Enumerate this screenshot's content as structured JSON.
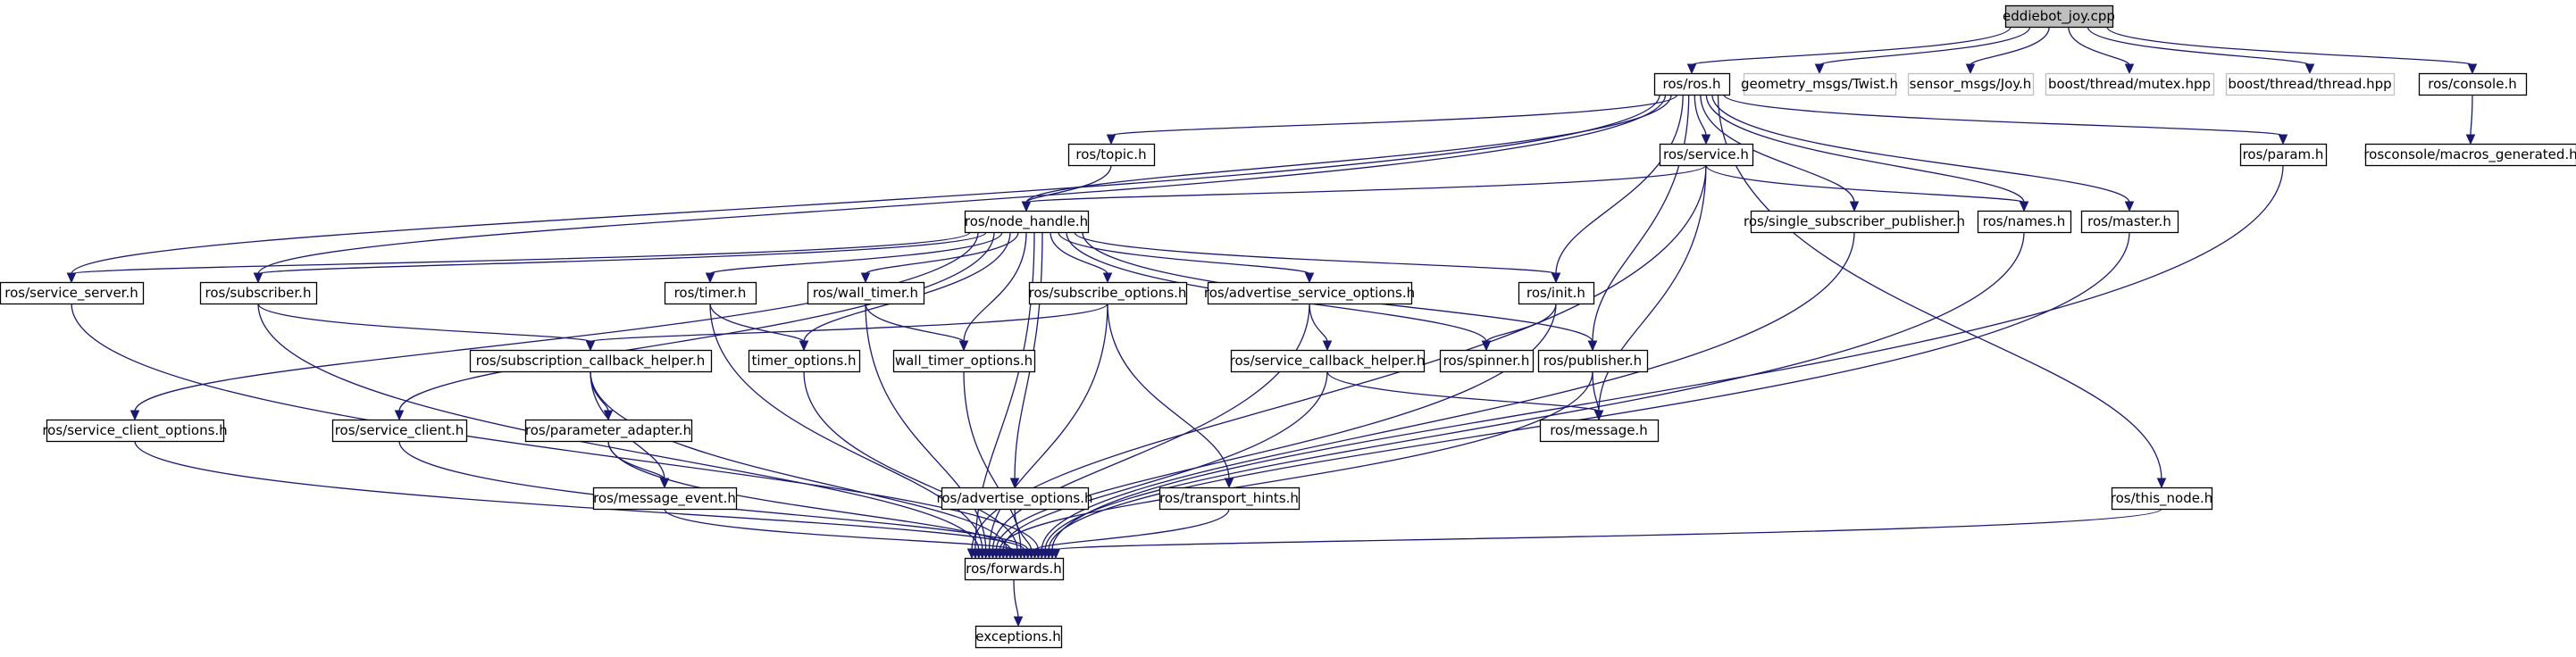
{
  "nodes": {
    "eddiebot": "eddiebot_joy.cpp",
    "ros_ros": "ros/ros.h",
    "geometry_twist": "geometry_msgs/Twist.h",
    "sensor_joy": "sensor_msgs/Joy.h",
    "boost_mutex": "boost/thread/mutex.hpp",
    "boost_thread": "boost/thread/thread.hpp",
    "ros_console": "ros/console.h",
    "rosconsole_macros": "rosconsole/macros_generated.h",
    "ros_topic": "ros/topic.h",
    "ros_service": "ros/service.h",
    "ros_param": "ros/param.h",
    "ros_node_handle": "ros/node_handle.h",
    "ros_single_sub_pub": "ros/single_subscriber_publisher.h",
    "ros_names": "ros/names.h",
    "ros_master": "ros/master.h",
    "ros_service_server": "ros/service_server.h",
    "ros_subscriber": "ros/subscriber.h",
    "ros_timer": "ros/timer.h",
    "ros_wall_timer": "ros/wall_timer.h",
    "ros_subscribe_options": "ros/subscribe_options.h",
    "ros_advertise_service_options": "ros/advertise_service_options.h",
    "ros_init": "ros/init.h",
    "ros_subscription_callback_helper": "ros/subscription_callback_helper.h",
    "timer_options": "timer_options.h",
    "wall_timer_options": "wall_timer_options.h",
    "ros_service_callback_helper": "ros/service_callback_helper.h",
    "ros_spinner": "ros/spinner.h",
    "ros_publisher": "ros/publisher.h",
    "ros_service_client_options": "ros/service_client_options.h",
    "ros_service_client": "ros/service_client.h",
    "ros_parameter_adapter": "ros/parameter_adapter.h",
    "ros_message": "ros/message.h",
    "ros_message_event": "ros/message_event.h",
    "ros_advertise_options": "ros/advertise_options.h",
    "ros_transport_hints": "ros/transport_hints.h",
    "ros_this_node": "ros/this_node.h",
    "ros_forwards": "ros/forwards.h",
    "exceptions": "exceptions.h"
  },
  "edges": [
    [
      "eddiebot",
      "ros_ros"
    ],
    [
      "eddiebot",
      "geometry_twist"
    ],
    [
      "eddiebot",
      "sensor_joy"
    ],
    [
      "eddiebot",
      "boost_mutex"
    ],
    [
      "eddiebot",
      "boost_thread"
    ],
    [
      "eddiebot",
      "ros_console"
    ],
    [
      "ros_console",
      "rosconsole_macros"
    ],
    [
      "ros_ros",
      "ros_topic"
    ],
    [
      "ros_ros",
      "ros_service"
    ],
    [
      "ros_ros",
      "ros_param"
    ],
    [
      "ros_ros",
      "ros_node_handle"
    ],
    [
      "ros_ros",
      "ros_single_sub_pub"
    ],
    [
      "ros_ros",
      "ros_names"
    ],
    [
      "ros_ros",
      "ros_master"
    ],
    [
      "ros_ros",
      "ros_service_server"
    ],
    [
      "ros_ros",
      "ros_subscriber"
    ],
    [
      "ros_ros",
      "ros_init"
    ],
    [
      "ros_ros",
      "ros_publisher"
    ],
    [
      "ros_ros",
      "ros_this_node"
    ],
    [
      "ros_topic",
      "ros_node_handle"
    ],
    [
      "ros_service",
      "ros_node_handle"
    ],
    [
      "ros_service",
      "ros_names"
    ],
    [
      "ros_service",
      "ros_message"
    ],
    [
      "ros_service",
      "ros_forwards"
    ],
    [
      "ros_node_handle",
      "ros_service_server"
    ],
    [
      "ros_node_handle",
      "ros_subscriber"
    ],
    [
      "ros_node_handle",
      "ros_timer"
    ],
    [
      "ros_node_handle",
      "ros_wall_timer"
    ],
    [
      "ros_node_handle",
      "ros_subscribe_options"
    ],
    [
      "ros_node_handle",
      "ros_advertise_service_options"
    ],
    [
      "ros_node_handle",
      "ros_init"
    ],
    [
      "ros_node_handle",
      "ros_publisher"
    ],
    [
      "ros_node_handle",
      "ros_spinner"
    ],
    [
      "ros_node_handle",
      "timer_options"
    ],
    [
      "ros_node_handle",
      "wall_timer_options"
    ],
    [
      "ros_node_handle",
      "ros_service_client_options"
    ],
    [
      "ros_node_handle",
      "ros_service_client"
    ],
    [
      "ros_node_handle",
      "ros_advertise_options"
    ],
    [
      "ros_node_handle",
      "ros_forwards"
    ],
    [
      "ros_subscriber",
      "ros_subscription_callback_helper"
    ],
    [
      "ros_subscriber",
      "ros_forwards"
    ],
    [
      "ros_timer",
      "timer_options"
    ],
    [
      "ros_timer",
      "ros_forwards"
    ],
    [
      "ros_wall_timer",
      "wall_timer_options"
    ],
    [
      "ros_wall_timer",
      "ros_forwards"
    ],
    [
      "ros_subscribe_options",
      "ros_subscription_callback_helper"
    ],
    [
      "ros_subscribe_options",
      "ros_transport_hints"
    ],
    [
      "ros_subscribe_options",
      "ros_forwards"
    ],
    [
      "ros_advertise_service_options",
      "ros_service_callback_helper"
    ],
    [
      "ros_advertise_service_options",
      "ros_forwards"
    ],
    [
      "ros_init",
      "ros_spinner"
    ],
    [
      "ros_init",
      "ros_forwards"
    ],
    [
      "ros_publisher",
      "ros_message"
    ],
    [
      "ros_publisher",
      "ros_forwards"
    ],
    [
      "ros_service_callback_helper",
      "ros_message"
    ],
    [
      "ros_service_callback_helper",
      "ros_forwards"
    ],
    [
      "ros_subscription_callback_helper",
      "ros_parameter_adapter"
    ],
    [
      "ros_subscription_callback_helper",
      "ros_message_event"
    ],
    [
      "ros_subscription_callback_helper",
      "ros_forwards"
    ],
    [
      "ros_parameter_adapter",
      "ros_message_event"
    ],
    [
      "ros_parameter_adapter",
      "ros_forwards"
    ],
    [
      "ros_message_event",
      "ros_forwards"
    ],
    [
      "timer_options",
      "ros_forwards"
    ],
    [
      "wall_timer_options",
      "ros_forwards"
    ],
    [
      "ros_service_client_options",
      "ros_forwards"
    ],
    [
      "ros_service_client",
      "ros_forwards"
    ],
    [
      "ros_advertise_options",
      "ros_forwards"
    ],
    [
      "ros_transport_hints",
      "ros_forwards"
    ],
    [
      "ros_service_server",
      "ros_forwards"
    ],
    [
      "ros_single_sub_pub",
      "ros_forwards"
    ],
    [
      "ros_names",
      "ros_forwards"
    ],
    [
      "ros_master",
      "ros_forwards"
    ],
    [
      "ros_param",
      "ros_forwards"
    ],
    [
      "ros_this_node",
      "ros_forwards"
    ],
    [
      "ros_forwards",
      "exceptions"
    ]
  ],
  "colors": {
    "edge": "#191970",
    "node_border": "#000000",
    "external_border": "#bfbfbf",
    "root_fill": "#bfbfbf"
  }
}
